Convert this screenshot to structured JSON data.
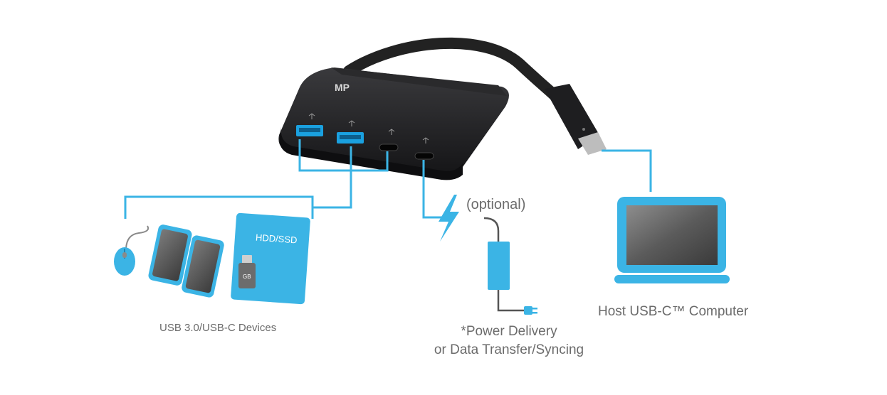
{
  "labels": {
    "devices": "USB 3.0/USB-C Devices",
    "optional": "(optional)",
    "power_line1": "*Power Delivery",
    "power_line2": "or Data Transfer/Syncing",
    "host": "Host USB-C™ Computer"
  },
  "device_labels": {
    "hdd": "HDD/SSD",
    "flash": "GB"
  },
  "hub": {
    "logo": "MP"
  },
  "colors": {
    "accent": "#3bb4e5",
    "hub_body": "#1d1d1f",
    "text": "#6b6b6b"
  }
}
